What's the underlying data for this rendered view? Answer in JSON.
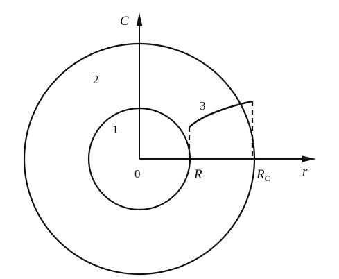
{
  "diagram": {
    "axis_vertical_label": "C",
    "axis_horizontal_label": "r",
    "origin_label": "0",
    "inner_radius_label": "R",
    "outer_radius_label_main": "R",
    "outer_radius_label_sub": "C",
    "region_labels": {
      "inner": "1",
      "outer": "2",
      "curve": "3"
    },
    "colors": {
      "stroke": "#111111",
      "background": "#ffffff"
    }
  }
}
